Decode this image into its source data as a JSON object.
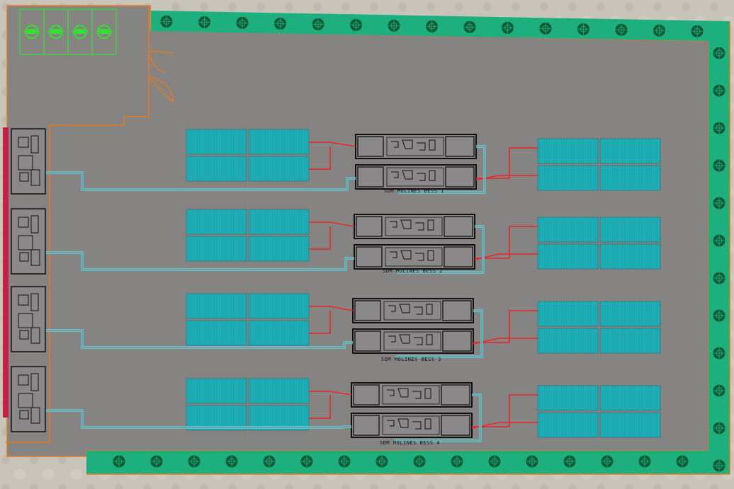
{
  "plan": {
    "colors": {
      "background": "#c9c4ba",
      "pavement": "#868383",
      "green_belt": "#1db07e",
      "shrub": "#0d5a35",
      "boundary": "#e57a1c",
      "panel": "#1fb2bb",
      "dc_cable": "#e8262b",
      "ac_cable": "#54d6dc",
      "equipment_line": "#111111",
      "parking": "#35e02e",
      "red_strip": "#c71f4a"
    },
    "icons": {
      "parking": "ev-car-icon",
      "shrub": "tree-symbol-icon",
      "gate": "gate-swing-icon"
    },
    "bess_blocks": [
      {
        "label": "SDM MOLINES BESS 1"
      },
      {
        "label": "SDM MOLINES BESS 2"
      },
      {
        "label": "SDM MOLINES BESS 3"
      },
      {
        "label": "SDM MOLINES BESS 4"
      }
    ],
    "parking_spaces": 4
  }
}
